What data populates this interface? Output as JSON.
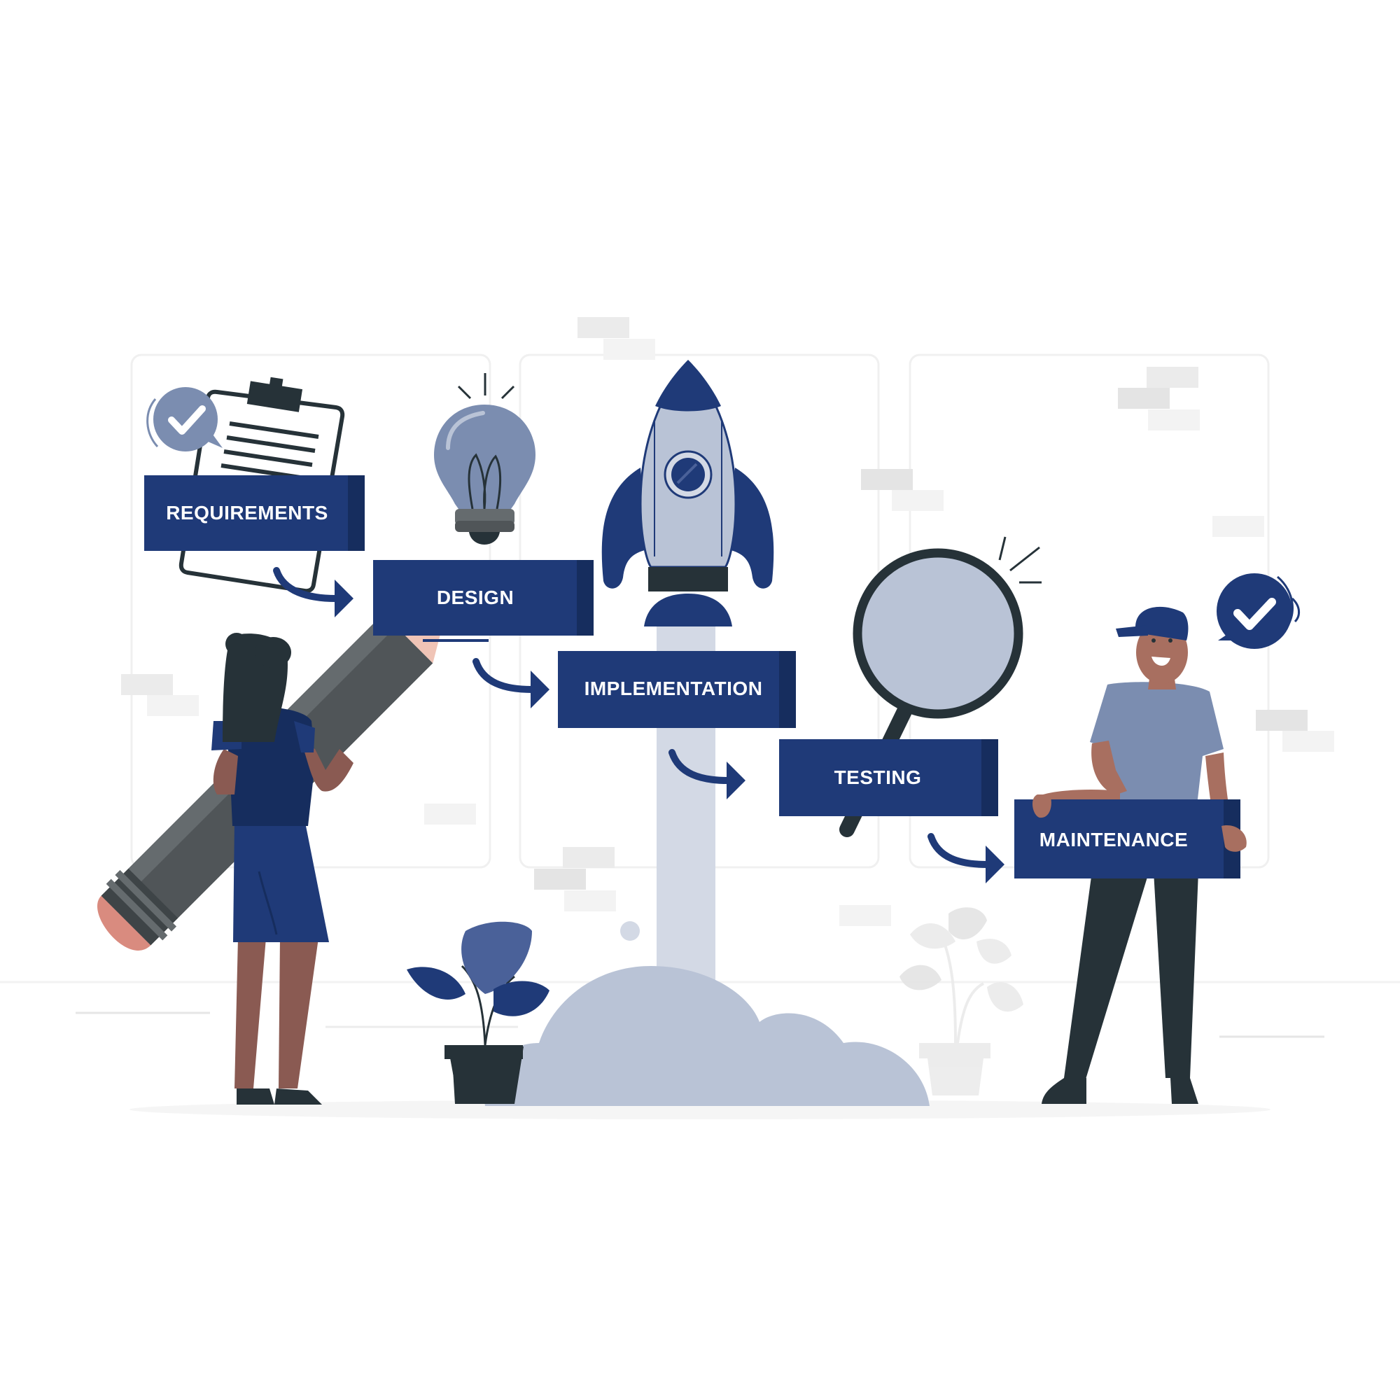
{
  "colors": {
    "primary": "#1f3a78",
    "primary_dark": "#162d5e",
    "light_blue": "#b9c3d6",
    "mid_blue": "#7b8db0",
    "dark": "#263238",
    "skin": "#8a5a52",
    "pink": "#f0c4b6",
    "grey_block": "#ebebeb",
    "panel_border": "#f0f0f0"
  },
  "icons": [
    "clipboard-icon",
    "check-badge-icon",
    "lightbulb-icon",
    "rocket-icon",
    "magnifier-icon",
    "plant-icon",
    "pencil-icon"
  ],
  "steps": [
    {
      "id": "requirements",
      "label": "REQUIREMENTS"
    },
    {
      "id": "design",
      "label": "DESIGN"
    },
    {
      "id": "implementation",
      "label": "IMPLEMENTATION"
    },
    {
      "id": "testing",
      "label": "TESTING"
    },
    {
      "id": "maintenance",
      "label": "MAINTENANCE"
    }
  ]
}
